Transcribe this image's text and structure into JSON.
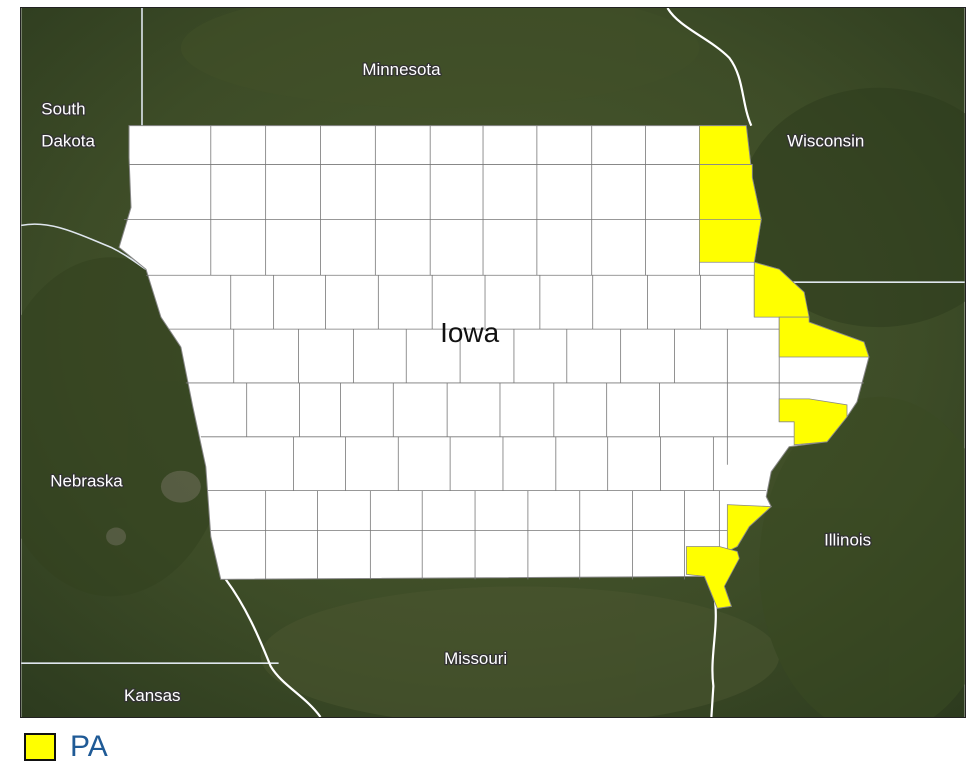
{
  "map": {
    "state_label": "Iowa",
    "neighbor_labels": {
      "minnesota": "Minnesota",
      "south_dakota_line1": "South",
      "south_dakota_line2": "Dakota",
      "wisconsin": "Wisconsin",
      "nebraska": "Nebraska",
      "illinois": "Illinois",
      "missouri": "Missouri",
      "kansas": "Kansas"
    },
    "colors": {
      "highlight": "#ffff00",
      "county_fill": "#ffffff",
      "county_border": "#777777",
      "terrain": "#3a4a24",
      "river": "#ffffff"
    }
  },
  "legend": {
    "label": "PA",
    "label_color": "#1f5a96",
    "swatch_color": "#ffff00"
  }
}
